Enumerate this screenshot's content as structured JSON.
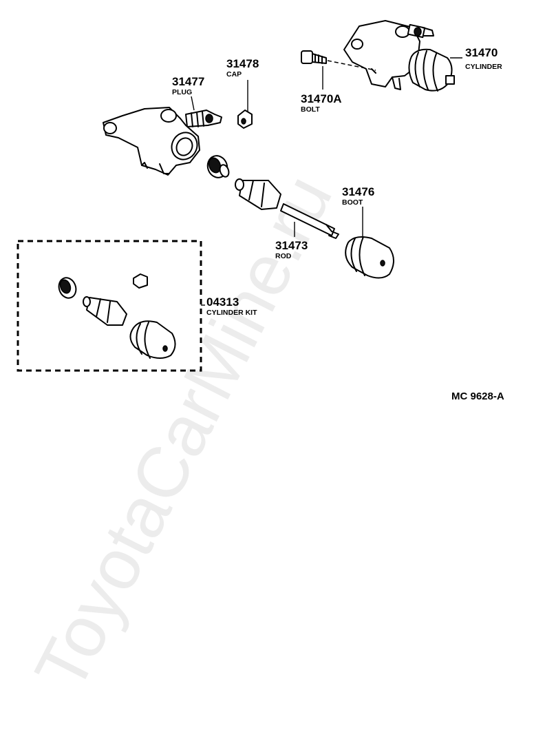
{
  "watermark": "ToyotaCarMine.ru",
  "diagram_code": "MC 9628-A",
  "parts": [
    {
      "number": "31470",
      "name": "CYLINDER"
    },
    {
      "number": "31470A",
      "name": "BOLT"
    },
    {
      "number": "31478",
      "name": "CAP"
    },
    {
      "number": "31477",
      "name": "PLUG"
    },
    {
      "number": "31476",
      "name": "BOOT"
    },
    {
      "number": "31473",
      "name": "ROD"
    },
    {
      "number": "04313",
      "name": "CYLINDER KIT"
    }
  ]
}
